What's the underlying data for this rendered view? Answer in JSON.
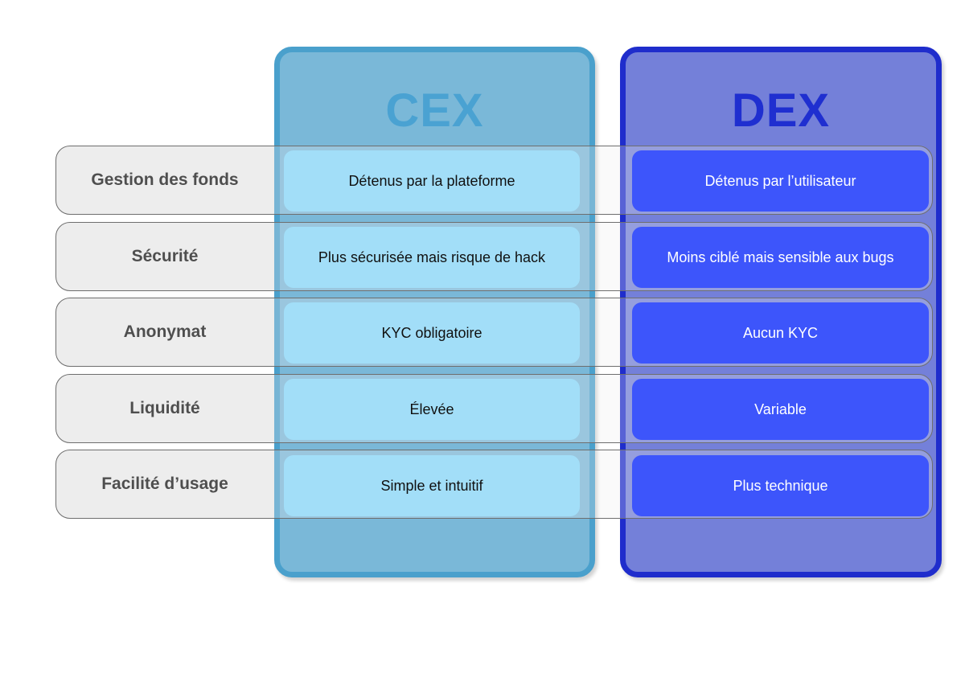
{
  "columns": {
    "cex": {
      "title": "CEX",
      "color": "#4aa2d2"
    },
    "dex": {
      "title": "DEX",
      "color": "#1f2fd0"
    }
  },
  "rows": [
    {
      "label": "Gestion des fonds",
      "cex": "Détenus par la plateforme",
      "dex": "Détenus par l’utilisateur"
    },
    {
      "label": "Sécurité",
      "cex": "Plus sécurisée mais risque de hack",
      "dex": "Moins ciblé mais sensible aux bugs"
    },
    {
      "label": "Anonymat",
      "cex": "KYC obligatoire",
      "dex": "Aucun KYC"
    },
    {
      "label": "Liquidité",
      "cex": "Élevée",
      "dex": "Variable"
    },
    {
      "label": "Facilité d’usage",
      "cex": "Simple et intuitif",
      "dex": "Plus technique"
    }
  ]
}
